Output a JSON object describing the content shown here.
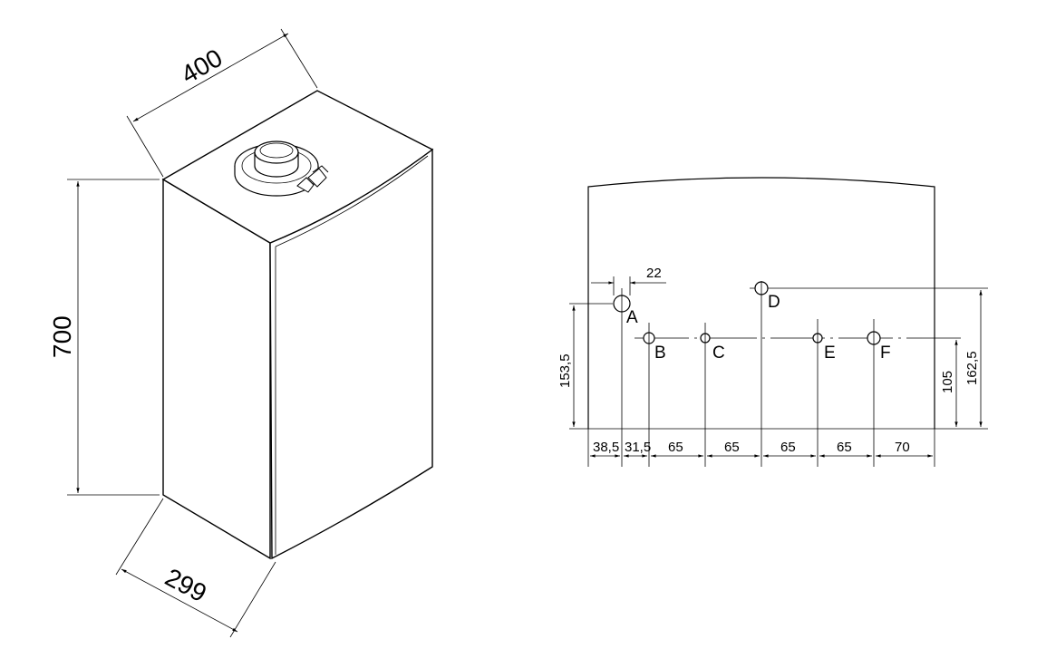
{
  "isometric_view": {
    "width_dim": "400",
    "height_dim": "700",
    "depth_dim": "299"
  },
  "bottom_view": {
    "pipe_diameter_dim": "22",
    "vertical_dims": {
      "a_height": "153,5",
      "d_height": "162,5",
      "row_height": "105"
    },
    "connections": [
      "A",
      "B",
      "C",
      "D",
      "E",
      "F"
    ],
    "spacings": [
      "38,5",
      "31,5",
      "65",
      "65",
      "65",
      "65",
      "70"
    ]
  }
}
